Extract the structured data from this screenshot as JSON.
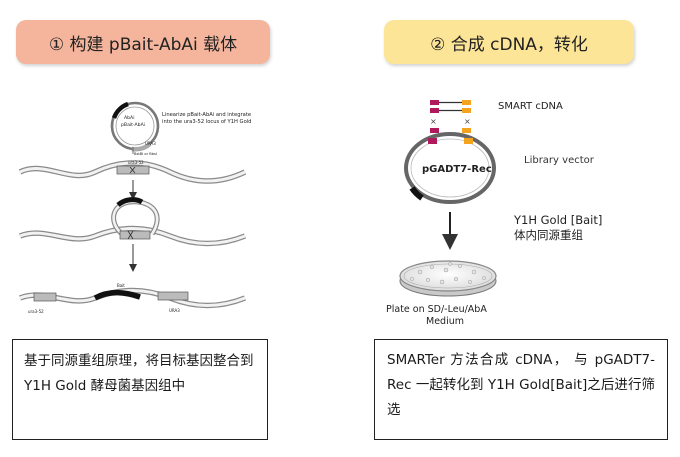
{
  "left_panel": {
    "header": {
      "text": "①  构建 pBait-AbAi 载体",
      "bg_color": "#f5b49c"
    },
    "plasmid": {
      "label_line1": "AbAi",
      "label_line2": "pBait-AbAi",
      "ura3_label": "URA3"
    },
    "annotation_line1": "Linearize pBait-AbAi and integrate",
    "annotation_line2": "into the ura3-52 locus of Y1H Gold",
    "bstbi_label": "BstBI or BbsI",
    "ura3_52_label": "ura3-52",
    "bait_label": "Bait",
    "final_ura3_52": "ura3-52",
    "final_ura3": "URA3",
    "description": "基于同源重组原理，将目标基因整合到 Y1H Gold 酵母菌基因组中"
  },
  "right_panel": {
    "header": {
      "text": "②  合成 cDNA，转化",
      "bg_color": "#fde597"
    },
    "smart_label": "SMART cDNA",
    "plasmid_label": "pGADT7-Rec",
    "library_label": "Library vector",
    "y1h_label_line1": "Y1H Gold [Bait]",
    "y1h_label_line2": "体内同源重组",
    "plate_label_line1": "Plate on SD/-Leu/AbA",
    "plate_label_line2": "Medium",
    "description": "SMARTer 方法合成 cDNA， 与 pGADT7-Rec 一起转化到 Y1H Gold[Bait]之后进行筛选"
  }
}
